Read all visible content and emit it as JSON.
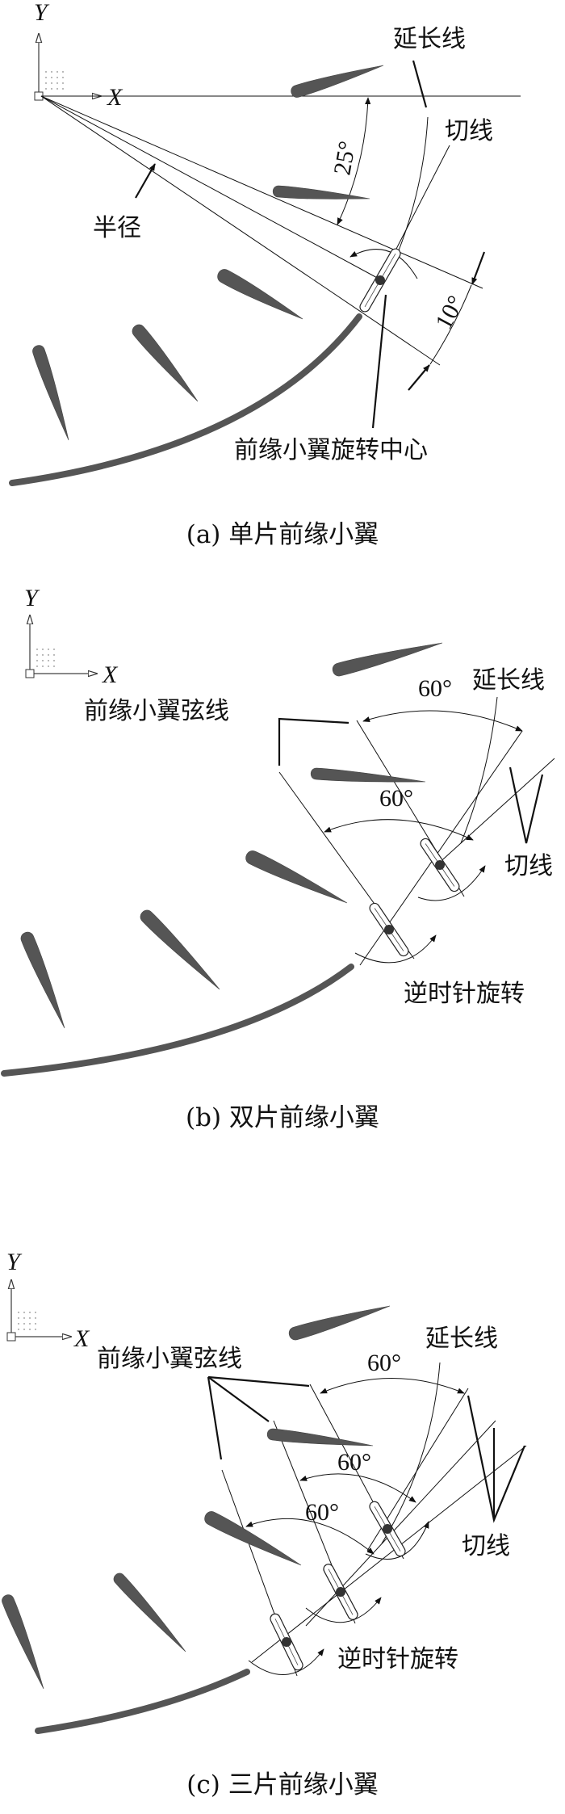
{
  "axes": {
    "x_label": "X",
    "y_label": "Y"
  },
  "panel_a": {
    "caption": "(a) 单片前缘小翼",
    "extension_line": "延长线",
    "tangent_line": "切线",
    "radius": "半径",
    "angle_large": "25°",
    "angle_small": "10°",
    "rotation_center": "前缘小翼旋转中心"
  },
  "panel_b": {
    "caption": "(b) 双片前缘小翼",
    "extension_line": "延长线",
    "tangent_line": "切线",
    "chord_line": "前缘小翼弦线",
    "angle_upper": "60°",
    "angle_lower": "60°",
    "rotation": "逆时针旋转"
  },
  "panel_c": {
    "caption": "(c) 三片前缘小翼",
    "extension_line": "延长线",
    "tangent_line": "切线",
    "chord_line": "前缘小翼弦线",
    "angle_upper": "60°",
    "angle_middle": "60°",
    "angle_lower": "60°",
    "rotation": "逆时针旋转"
  }
}
